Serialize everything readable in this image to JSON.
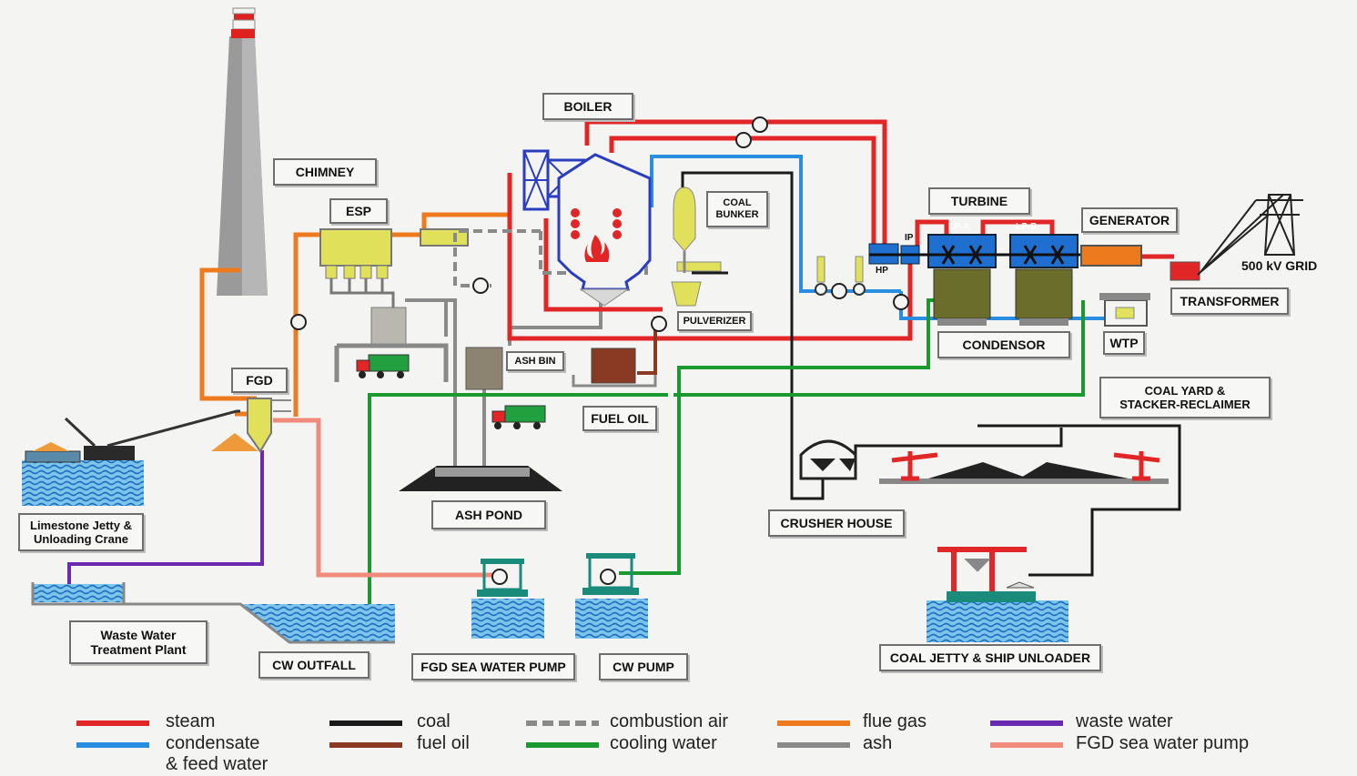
{
  "labels": {
    "boiler": "BOILER",
    "chimney": "CHIMNEY",
    "esp": "ESP",
    "coal_bunker": "COAL\nBUNKER",
    "turbine": "TURBINE",
    "generator": "GENERATOR",
    "grid": "500 kV GRID",
    "transformer": "TRANSFORMER",
    "lp_a": "LP-A",
    "lp_b": "LP-B",
    "ip": "IP",
    "hp": "HP",
    "pulverizer": "PULVERIZER",
    "condensor": "CONDENSOR",
    "wtp": "WTP",
    "fgd": "FGD",
    "ash_bin": "ASH BIN",
    "fuel_oil": "FUEL OIL",
    "coal_yard": "COAL YARD &\nSTACKER-RECLAIMER",
    "limestone_jetty": "Limestone Jetty &\nUnloading Crane",
    "ash_pond": "ASH POND",
    "crusher_house": "CRUSHER HOUSE",
    "waste_water_plant": "Waste Water\nTreatment Plant",
    "cw_outfall": "CW OUTFALL",
    "fgd_sea_water_pump": "FGD SEA WATER PUMP",
    "cw_pump": "CW PUMP",
    "coal_jetty": "COAL JETTY & SHIP UNLOADER"
  },
  "legend": [
    {
      "label": "steam",
      "color": "#e02626",
      "style": "solid"
    },
    {
      "label": "condensate\n& feed water",
      "color": "#2a8ee0",
      "style": "solid"
    },
    {
      "label": "coal",
      "color": "#1a1a1a",
      "style": "solid"
    },
    {
      "label": "fuel oil",
      "color": "#8a3a22",
      "style": "solid"
    },
    {
      "label": "combustion air",
      "color": "#8a8a8a",
      "style": "dashed"
    },
    {
      "label": "cooling water",
      "color": "#1a9a2e",
      "style": "solid"
    },
    {
      "label": "flue gas",
      "color": "#ee7a1e",
      "style": "solid"
    },
    {
      "label": "ash",
      "color": "#8a8a8a",
      "style": "solid"
    },
    {
      "label": "waste water",
      "color": "#6a2ab0",
      "style": "solid"
    },
    {
      "label": "FGD sea water pump",
      "color": "#f08a7a",
      "style": "solid"
    }
  ]
}
